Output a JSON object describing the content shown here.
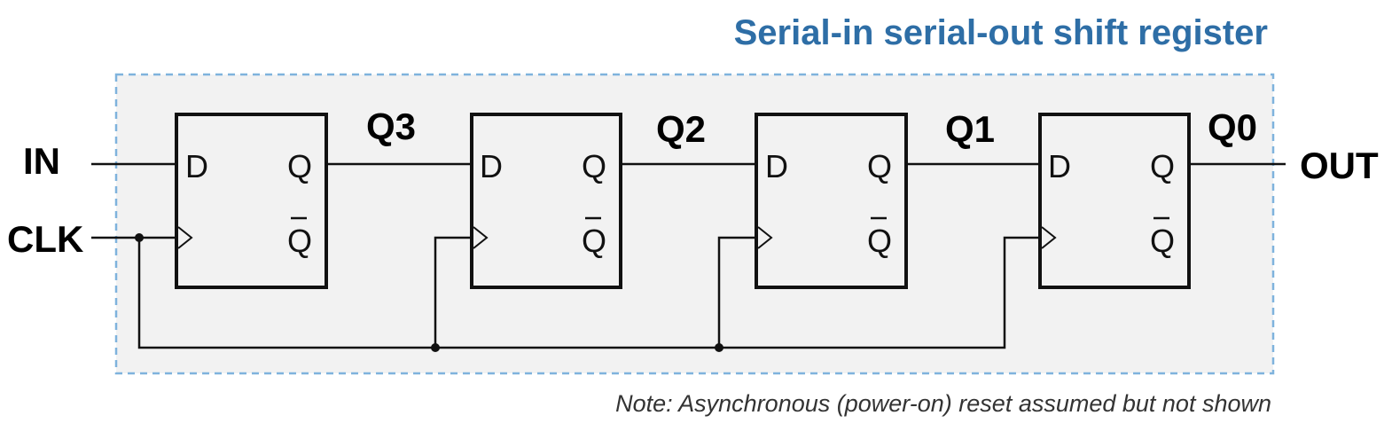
{
  "title": "Serial-in serial-out shift register",
  "note": "Note: Asynchronous (power-on) reset assumed but not shown",
  "colors": {
    "title": "#2e6ea6",
    "boundary": "#7fb3dd",
    "background": "#f2f2f2",
    "line": "#111111"
  },
  "inputs": {
    "in": "IN",
    "clk": "CLK"
  },
  "output": "OUT",
  "flip_flops": [
    {
      "d": "D",
      "q": "Q",
      "qbar": "Q",
      "output_label": "Q3"
    },
    {
      "d": "D",
      "q": "Q",
      "qbar": "Q",
      "output_label": "Q2"
    },
    {
      "d": "D",
      "q": "Q",
      "qbar": "Q",
      "output_label": "Q1"
    },
    {
      "d": "D",
      "q": "Q",
      "qbar": "Q",
      "output_label": "Q0"
    }
  ]
}
